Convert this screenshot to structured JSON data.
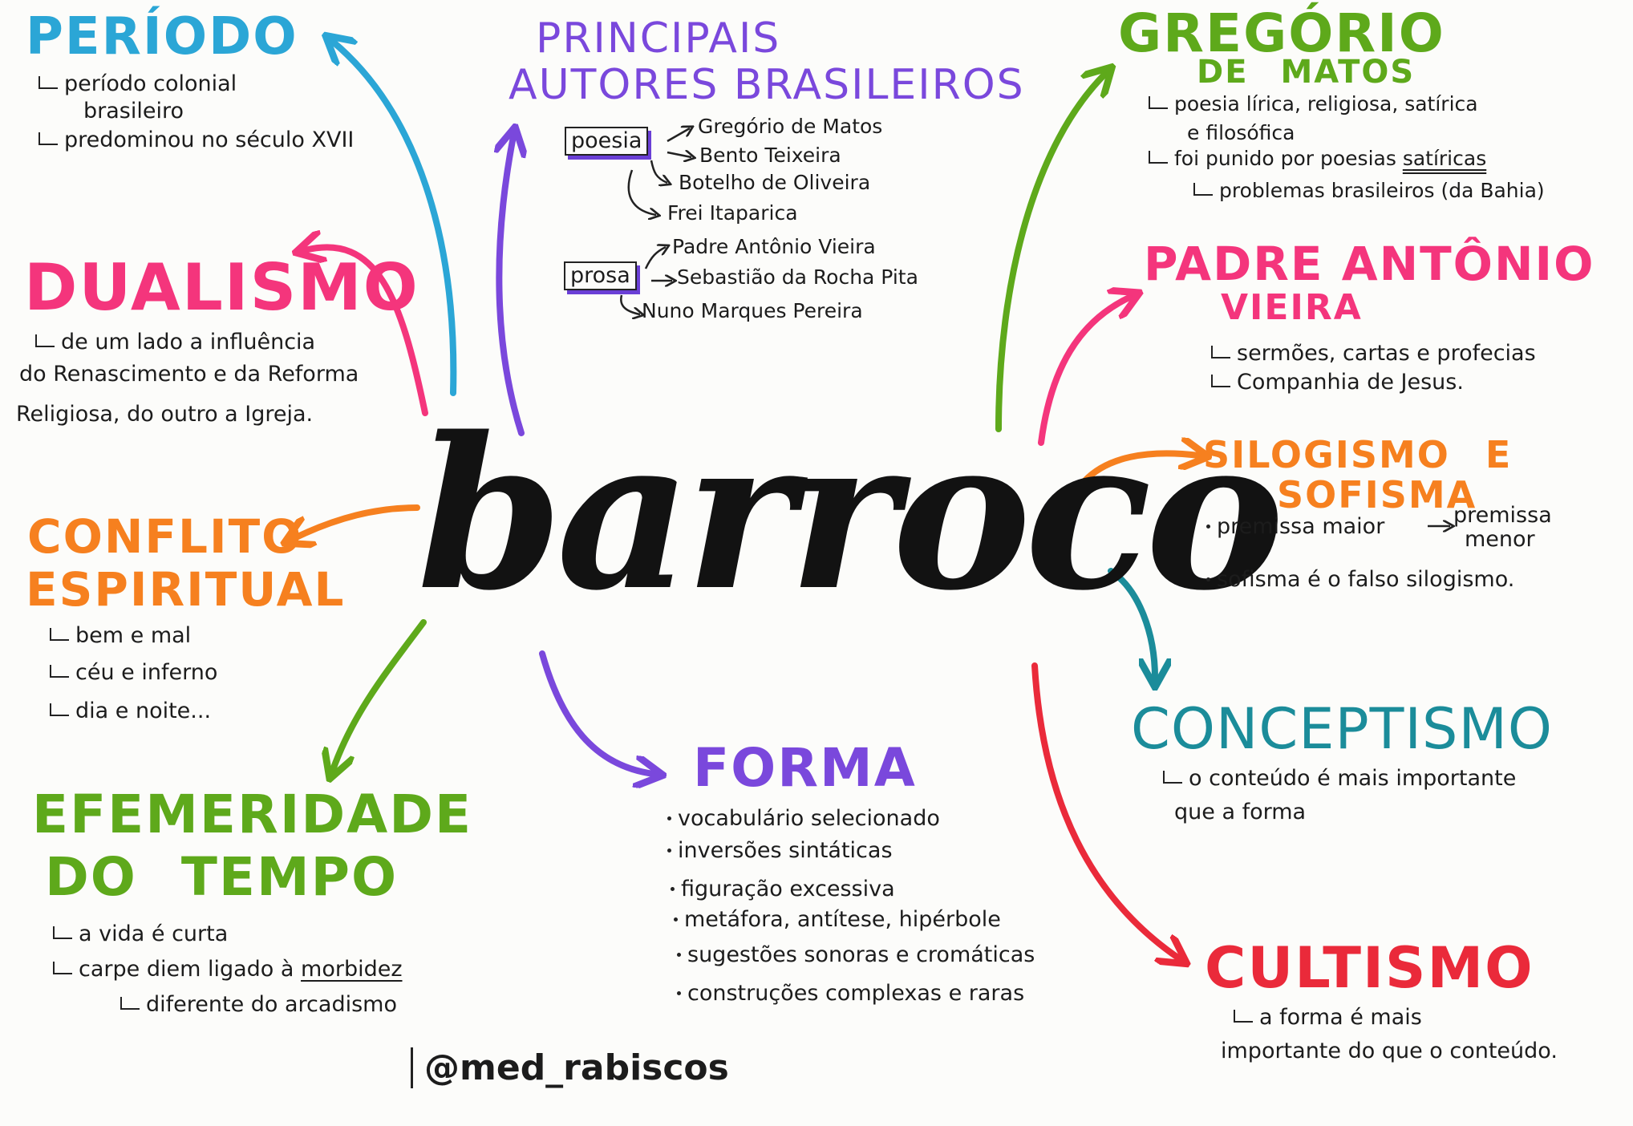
{
  "center": {
    "title": "barroco"
  },
  "signature": "@med_rabiscos",
  "colors": {
    "blue": "#2ba6d6",
    "pink": "#f4357c",
    "orange": "#f6801f",
    "green": "#5ea91b",
    "purple": "#7a48dc",
    "teal": "#1b8c9a",
    "red": "#ea2a3a",
    "dark": "#1c1c1c"
  },
  "periodo": {
    "title": "PERÍODO",
    "lines": [
      "período colonial",
      "brasileiro",
      "predominou no século XVII"
    ]
  },
  "dualismo": {
    "title": "DUALISMO",
    "lines": [
      "de um lado a influência",
      "do Renascimento e da Reforma",
      "Religiosa, do outro a Igreja."
    ]
  },
  "conflito": {
    "title1": "CONFLITO",
    "title2": "ESPIRITUAL",
    "lines": [
      "bem e mal",
      "céu e inferno",
      "dia e noite..."
    ]
  },
  "efemeridade": {
    "title1": "EFEMERIDADE",
    "title2": "DO TEMPO",
    "line1": "a vida é curta",
    "line2_pre": "carpe diem ligado à",
    "line2_u": "morbidez",
    "line3": "diferente do arcadismo"
  },
  "autores": {
    "title1": "PRINCIPAIS",
    "title2": "AUTORES BRASILEIROS",
    "poesia_label": "poesia",
    "poesia": [
      "Gregório de Matos",
      "Bento Teixeira",
      "Botelho de Oliveira",
      "Frei Itaparica"
    ],
    "prosa_label": "prosa",
    "prosa": [
      "Padre Antônio Vieira",
      "Sebastião da Rocha Pita",
      "Nuno Marques Pereira"
    ]
  },
  "forma": {
    "title": "FORMA",
    "items": [
      "vocabulário selecionado",
      "inversões sintáticas",
      "figuração excessiva",
      "metáfora, antítese, hipérbole",
      "sugestões sonoras e cromáticas",
      "construções complexas e raras"
    ]
  },
  "gregorio": {
    "title1": "GREGÓRIO",
    "title2": "DE MATOS",
    "line1": "poesia lírica, religiosa, satírica",
    "line2": "e filosófica",
    "line3_pre": "foi punido por poesias",
    "line3_u": "satíricas",
    "line4": "problemas brasileiros (da Bahia)"
  },
  "vieira": {
    "title1": "PADRE ANTÔNIO",
    "title2": "VIEIRA",
    "lines": [
      "sermões, cartas e profecias",
      "Companhia de Jesus."
    ]
  },
  "silogismo": {
    "title1": "SILOGISMO E",
    "title2": "SOFISMA",
    "line1": "premissa maior",
    "line1b": "premissa",
    "line1c": "menor",
    "line2": "sofisma é o falso silogismo."
  },
  "conceptismo": {
    "title": "CONCEPTISMO",
    "lines": [
      "o conteúdo é mais importante",
      "que a forma"
    ]
  },
  "cultismo": {
    "title": "CULTISMO",
    "lines": [
      "a forma é mais",
      "importante do que o conteúdo."
    ]
  }
}
